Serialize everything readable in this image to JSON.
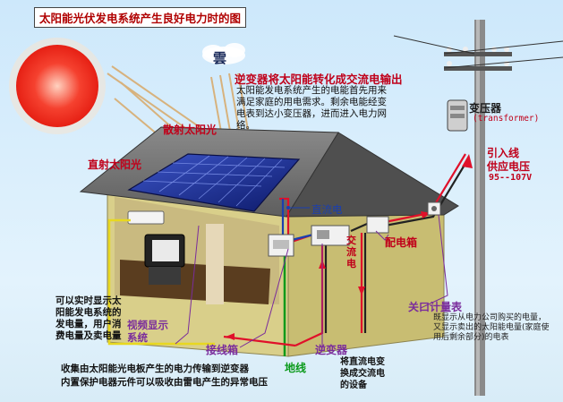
{
  "title": "太阳能光伏发电系统产生良好电力时的图",
  "cloud_label": "雲",
  "labels": {
    "inverter_headline": "逆变器将太阳能转化成交流电输出",
    "inverter_desc": "太阳能发电系统产生的电能首先用来满足家庭的用电需求。剩余电能经变电表到达小变压器，进而进入电力网络。",
    "transformer": "变压器",
    "transformer_en": "(transformer)",
    "lead_line": "引入线",
    "supply_voltage": "供应电压",
    "voltage_range": "95--107V",
    "scattered_sunlight": "散射太阳光",
    "direct_sunlight": "直射太阳光",
    "dc": "直流电",
    "ac": "交流电",
    "distribution_box": "配电箱",
    "meter": "关口计量表",
    "meter_desc": "既显示从电力公司购买的电量，又显示卖出的太阳能电量(家庭使用后剩余部分)的电表",
    "display_desc": "可以实时显示太阳能发电系统的发电量，用户消费电量及卖电量",
    "video_display": "视频显示系统",
    "junction_box": "接线箱",
    "ground": "地线",
    "inverter": "逆变器",
    "inverter_func": "将直流电变换成交流电的设备",
    "bottom_note_1": "收集由太阳能光电板产生的电力传输到逆变器",
    "bottom_note_2": "内置保护电器元件可以吸收由雷电产生的异常电压"
  },
  "colors": {
    "title_red": "#b00000",
    "label_red": "#c0001a",
    "wire_red": "#e0102a",
    "ground_green": "#0a9a1a",
    "purple": "#7a2c9c",
    "dc_blue": "#1a3fb0",
    "panel_blue": "#1a2f8a",
    "sun_red": "#f02a20",
    "roof": "#6b6b6b",
    "wall": "#d9cf8a"
  },
  "icons": [
    "sun-icon",
    "cloud-icon",
    "solar-panel",
    "inverter-box",
    "junction-box",
    "distribution-box",
    "meter-box",
    "transformer-icon",
    "utility-pole",
    "tv-monitor"
  ]
}
